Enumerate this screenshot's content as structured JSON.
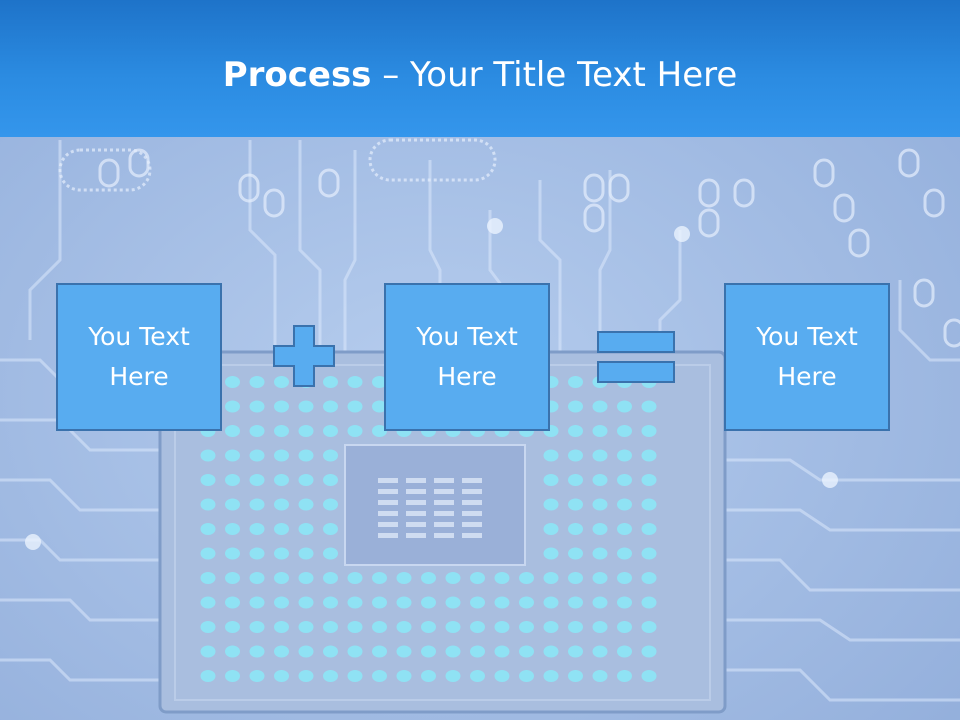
{
  "slide": {
    "title_bold": "Process",
    "title_rest": " – Your Title Text Here"
  },
  "process": {
    "boxes": [
      {
        "text": "You Text\nHere"
      },
      {
        "text": "You Text\nHere"
      },
      {
        "text": "You Text\nHere"
      }
    ],
    "operators": [
      "plus-icon",
      "equals-icon"
    ]
  },
  "colors": {
    "header": "#2b8be1",
    "box_fill": "#58acf0",
    "box_border": "#3a72ad",
    "operator_fill": "#58acf0"
  }
}
